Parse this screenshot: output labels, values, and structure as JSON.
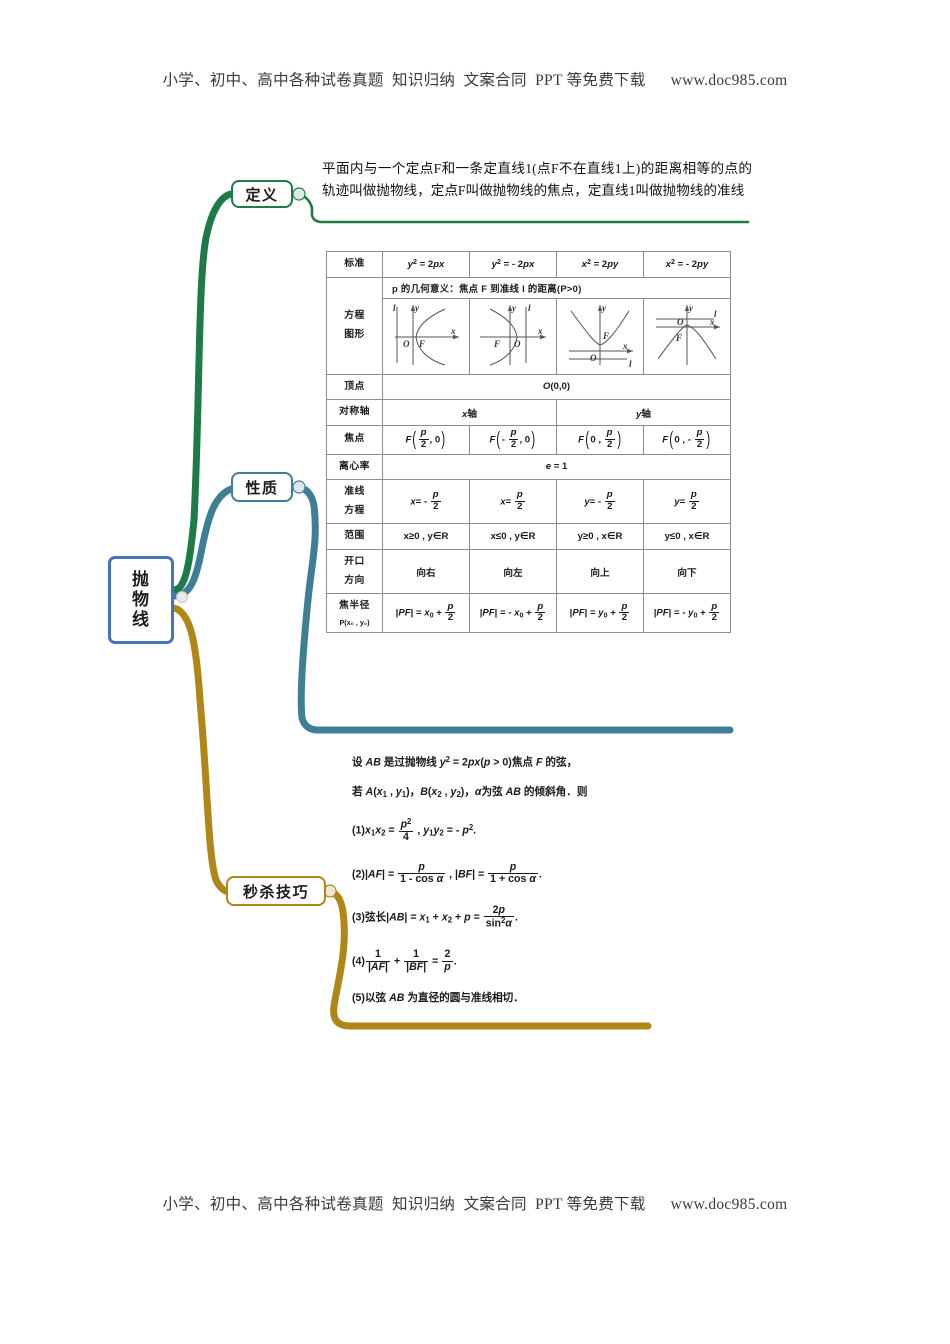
{
  "page": {
    "watermark_top": "小学、初中、高中各种试卷真题  知识归纳  文案合同  PPT 等免费下载      www.doc985.com",
    "watermark_bottom": "小学、初中、高中各种试卷真题  知识归纳  文案合同  PPT 等免费下载      www.doc985.com"
  },
  "mindmap": {
    "root": {
      "label": "抛物线",
      "chars": [
        "抛",
        "物",
        "线"
      ],
      "color": "#4573c4"
    },
    "branches": [
      {
        "key": "definition",
        "label": "定义",
        "color": "#1e7a46"
      },
      {
        "key": "properties",
        "label": "性质",
        "color": "#3f7f96"
      },
      {
        "key": "tips",
        "label": "秒杀技巧",
        "color": "#b08617"
      }
    ]
  },
  "definition": {
    "text": "平面内与一个定点F和一条定直线1(点F不在直线1上)的距离相等的点的轨迹叫做抛物线，定点F叫做抛物线的焦点，定直线1叫做抛物线的准线"
  },
  "table": {
    "row_standard_label": "标准",
    "standard_equations": [
      "y² = 2px",
      "y² = - 2px",
      "x² = 2py",
      "x² = - 2py"
    ],
    "p_meaning": "p 的几何意义：焦点 F 到准线 l 的距离(P>0)",
    "row_graph_label_line1": "方程",
    "row_graph_label_line2": "图形",
    "row_vertex_label": "顶点",
    "vertex_value": "O(0,0)",
    "row_axis_label": "对称轴",
    "axis_values": [
      "x轴",
      "y轴"
    ],
    "row_focus_label": "焦点",
    "focus_values": [
      "F(p/2 , 0)",
      "F(- p/2 , 0)",
      "F(0 , p/2)",
      "F(0 , - p/2)"
    ],
    "row_ecc_label": "离心率",
    "ecc_value": "e = 1",
    "row_directrix_label_line1": "准线",
    "row_directrix_label_line2": "方程",
    "directrix_values": [
      "x= - p/2",
      "x= p/2",
      "y= - p/2",
      "y= p/2"
    ],
    "row_range_label": "范围",
    "range_values": [
      "x≥0 , y∈R",
      "x≤0 , y∈R",
      "y≥0 , x∈R",
      "y≤0 , x∈R"
    ],
    "row_open_label_line1": "开口",
    "row_open_label_line2": "方向",
    "open_values": [
      "向右",
      "向左",
      "向上",
      "向下"
    ],
    "row_radius_label": "焦半径",
    "row_radius_sub": "P(x₀ , y₀)",
    "radius_values": [
      "|PF| = x₀ + p/2",
      "|PF| = - x₀ + p/2",
      "|PF| = y₀ + p/2",
      "|PF| = - y₀ + p/2"
    ],
    "graph_labels": [
      "O",
      "F",
      "x",
      "y",
      "l"
    ]
  },
  "tips": {
    "intro_line1": "设 AB 是过抛物线 y² = 2px(p > 0)焦点 F 的弦，",
    "intro_line2": "若 A(x₁ , y₁)，B(x₂ , y₂)，α为弦 AB 的倾斜角．则",
    "item1": "(1)x₁x₂ = p²/4 , y₁y₂ = - p².",
    "item2": "(2)|AF| = p/(1 - cos α) , |BF| = p/(1 + cos α).",
    "item3": "(3)弦长|AB| = x₁ + x₂ + p = 2p/sin²α.",
    "item4": "(4) 1/|AF| + 1/|BF| = 2/p .",
    "item5": "(5)以弦 AB 为直径的圆与准线相切."
  }
}
